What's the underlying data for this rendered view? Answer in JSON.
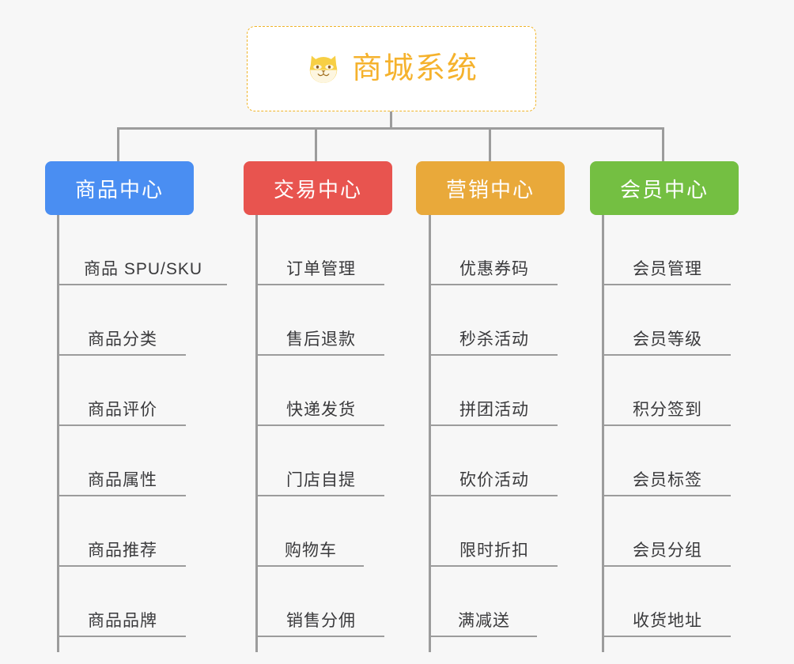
{
  "canvas": {
    "background": "#f7f7f7",
    "line_color": "#9c9c9c"
  },
  "root": {
    "title": "商城系统",
    "icon": "shiba-dog-face-icon",
    "title_color": "#f5b22d",
    "border_color": "#f0b429",
    "background": "#ffffff"
  },
  "branches": [
    {
      "label": "商品中心",
      "color": "#4a8ef2",
      "items": [
        "商品 SPU/SKU",
        "商品分类",
        "商品评价",
        "商品属性",
        "商品推荐",
        "商品品牌"
      ]
    },
    {
      "label": "交易中心",
      "color": "#e8544f",
      "items": [
        "订单管理",
        "售后退款",
        "快递发货",
        "门店自提",
        "购物车",
        "销售分佣"
      ]
    },
    {
      "label": "营销中心",
      "color": "#e9a93a",
      "items": [
        "优惠券码",
        "秒杀活动",
        "拼团活动",
        "砍价活动",
        "限时折扣",
        "满减送"
      ]
    },
    {
      "label": "会员中心",
      "color": "#74bf42",
      "items": [
        "会员管理",
        "会员等级",
        "积分签到",
        "会员标签",
        "会员分组",
        "收货地址"
      ]
    }
  ]
}
